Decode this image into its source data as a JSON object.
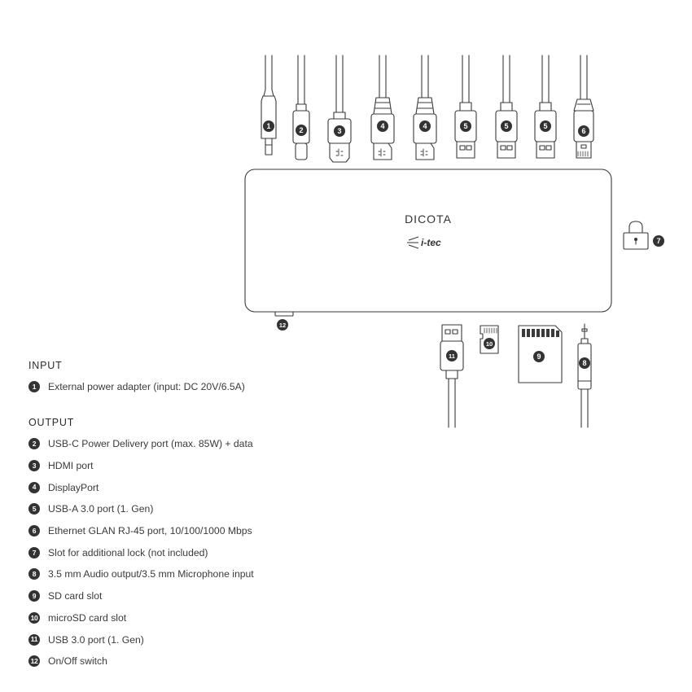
{
  "brand": {
    "dicota": "DICOTA",
    "itec": "i-tec"
  },
  "input": {
    "heading": "INPUT",
    "items": [
      {
        "num": "1",
        "label": "External power adapter (input: DC 20V/6.5A)"
      }
    ]
  },
  "output": {
    "heading": "OUTPUT",
    "items": [
      {
        "num": "2",
        "label": "USB-C Power Delivery port (max. 85W) + data"
      },
      {
        "num": "3",
        "label": "HDMI port"
      },
      {
        "num": "4",
        "label": "DisplayPort"
      },
      {
        "num": "5",
        "label": "USB-A 3.0 port (1. Gen)"
      },
      {
        "num": "6",
        "label": "Ethernet GLAN RJ-45 port, 10/100/1000 Mbps"
      },
      {
        "num": "7",
        "label": "Slot for additional lock (not included)"
      },
      {
        "num": "8",
        "label": "3.5 mm Audio output/3.5 mm Microphone input"
      },
      {
        "num": "9",
        "label": "SD card slot"
      },
      {
        "num": "10",
        "label": "microSD card slot"
      },
      {
        "num": "11",
        "label": "USB 3.0 port (1. Gen)"
      },
      {
        "num": "12",
        "label": "On/Off switch"
      }
    ]
  },
  "callouts": {
    "dc": "1",
    "usbc": "2",
    "hdmi": "3",
    "dp1": "4",
    "dp2": "4",
    "usba1": "5",
    "usba2": "5",
    "usba3": "5",
    "rj45": "6",
    "lock": "7",
    "audio": "8",
    "sd": "9",
    "microsd": "10",
    "usbfront": "11",
    "switch": "12"
  },
  "colors": {
    "line": "#3a3a3a",
    "badge": "#333333",
    "background": "#ffffff"
  }
}
